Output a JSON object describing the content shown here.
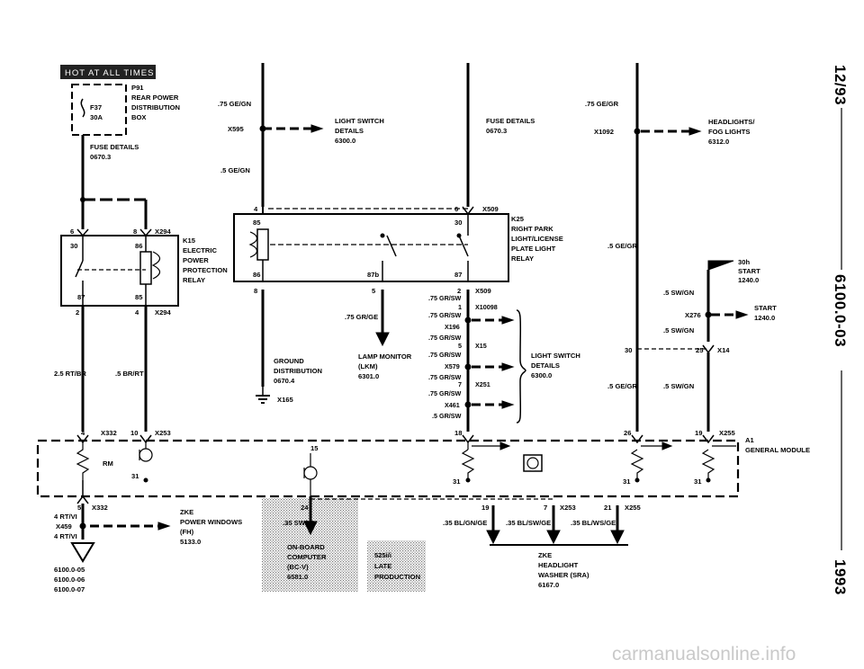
{
  "banner": "HOT AT ALL TIMES",
  "side": {
    "top": "12/93",
    "middle": "6100.0-03",
    "bottom": "1993"
  },
  "watermark": "carmanualsonline.info",
  "labels": {
    "p91a": "P91",
    "p91b": "REAR POWER",
    "p91c": "DISTRIBUTION",
    "p91d": "BOX",
    "f37": "F37",
    "f37a": "30A",
    "fd1": "FUSE DETAILS",
    "fd1b": "0670.3",
    "w1": ".75 GE/GN",
    "x595": "X595",
    "ls1": "LIGHT SWITCH",
    "ls1b": "DETAILS",
    "ls1c": "6300.0",
    "w2": ".5 GE/GN",
    "fd2": "FUSE DETAILS",
    "fd2b": "0670.3",
    "w3": ".75 GE/GR",
    "x1092": "X1092",
    "hl1": "HEADLIGHTS/",
    "hl2": "FOG LIGHTS",
    "hl3": "6312.0",
    "k15a": "K15",
    "k15b": "ELECTRIC",
    "k15c": "POWER",
    "k15d": "PROTECTION",
    "k15e": "RELAY",
    "p6": "6",
    "p8": "8",
    "x294": "X294",
    "p30": "30",
    "p86": "86",
    "p87": "87",
    "p85": "85",
    "p2": "2",
    "p4": "4",
    "x294b": "X294",
    "k25a": "K25",
    "k25b": "RIGHT PARK",
    "k25c": "LIGHT/LICENSE",
    "k25d": "PLATE LIGHT",
    "k25e": "RELAY",
    "q4": "4",
    "q6": "6",
    "x509": "X509",
    "q85": "85",
    "q30": "30",
    "q86": "86",
    "q87b": "87b",
    "q87": "87",
    "q8": "8",
    "q5": "5",
    "q2": "2",
    "x509b": "X509",
    "w4": ".5 GE/GR",
    "start1": "30h",
    "start2": "START",
    "start3": "1240.0",
    "w5": ".5 SW/GN",
    "x276": "X276",
    "start4": "START",
    "start5": "1240.0",
    "w6": ".5 SW/GN",
    "q30b": "30",
    "q25": "25",
    "x14": "X14",
    "w7": ".5 GE/GR",
    "w8": ".5 SW/GN",
    "w9": ".75 GR/SW",
    "q1": "1",
    "x10098": "X10098",
    "w10": ".75 GR/SW",
    "x196": "X196",
    "w11": ".75 GR/SW",
    "q5b": "5",
    "x15": "X15",
    "w12": ".75 GR/SW",
    "x579": "X579",
    "w13": ".75 GR/SW",
    "q7": "7",
    "x251": "X251",
    "w14": ".75 GR/SW",
    "x461": "X461",
    "w15": ".5 GR/SW",
    "ls2": "LIGHT SWITCH",
    "ls2b": "DETAILS",
    "ls2c": "6300.0",
    "w16": ".75 GR/GE",
    "lm1": "LAMP MONITOR",
    "lm2": "(LKM)",
    "lm3": "6301.0",
    "gd1": "GROUND",
    "gd2": "DISTRIBUTION",
    "gd3": "0670.4",
    "x165": "X165",
    "w17": "2.5 RT/BR",
    "w18": ".5 BR/RT",
    "c4": "4",
    "x332": "X332",
    "c10": "10",
    "x253": "X253",
    "c18": "18",
    "c26": "26",
    "c19": "19",
    "x255": "X255",
    "a1a": "A1",
    "a1b": "GENERAL MODULE",
    "rm": "RM",
    "n31a": "31",
    "n15": "15",
    "n31b": "31",
    "n31c": "31",
    "n31d": "31",
    "c5": "5",
    "x332b": "X332",
    "w19": "4 RT/VI",
    "x459": "X459",
    "w20": "4 RT/VI",
    "zke1": "ZKE",
    "zke2": "POWER WINDOWS",
    "zke3": "(FH)",
    "zke4": "5133.0",
    "ref1": "6100.0-05",
    "ref2": "6100.0-06",
    "ref3": "6100.0-07",
    "g24": "24",
    "w21": ".35 SW/VI",
    "obc1": "ON-BOARD",
    "obc2": "COMPUTER",
    "obc3": "(BC-V)",
    "obc4": "6581.0",
    "late1": "525i/i",
    "late2": "LATE",
    "late3": "PRODUCTION",
    "d19": "19",
    "d7": "7",
    "x253b": "X253",
    "d21": "21",
    "x255b": "X255",
    "w22": ".35 BL/GN/GE",
    "w23": ".35 BL/SW/GE",
    "w24": ".35 BL/WS/GE",
    "hw1": "ZKE",
    "hw2": "HEADLIGHT",
    "hw3": "WASHER (SRA)",
    "hw4": "6167.0"
  }
}
